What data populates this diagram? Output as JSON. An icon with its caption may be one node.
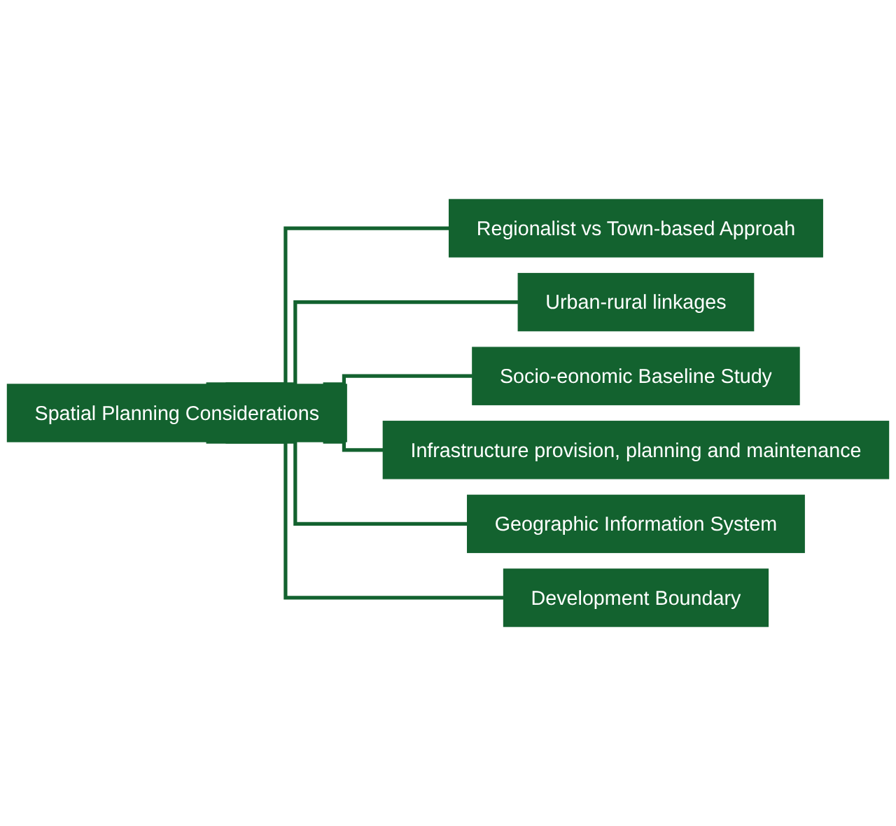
{
  "diagram": {
    "nodes": [
      {
        "text": [
          "Spatial Planning Considerations"
        ]
      },
      {
        "text": [
          "Regionalist vs Town-based Approah"
        ]
      },
      {
        "text": [
          "Urban-rural linkages"
        ]
      },
      {
        "text": [
          "Socio-eonomic Baseline Study"
        ]
      },
      {
        "text": [
          "Infrastructure provision, planning and maintenance"
        ]
      },
      {
        "text": [
          "Geographic Information System"
        ]
      },
      {
        "text": [
          "Development Boundary"
        ]
      }
    ],
    "edges": [
      {
        "from": 0,
        "to": 1,
        "arrow": "none"
      },
      {
        "from": 0,
        "to": 2,
        "arrow": "none"
      },
      {
        "from": 0,
        "to": 3,
        "arrow": "none"
      },
      {
        "from": 0,
        "to": 4,
        "arrow": "none"
      },
      {
        "from": 0,
        "to": 5,
        "arrow": "none"
      },
      {
        "from": 0,
        "to": 6,
        "arrow": "none"
      }
    ]
  }
}
